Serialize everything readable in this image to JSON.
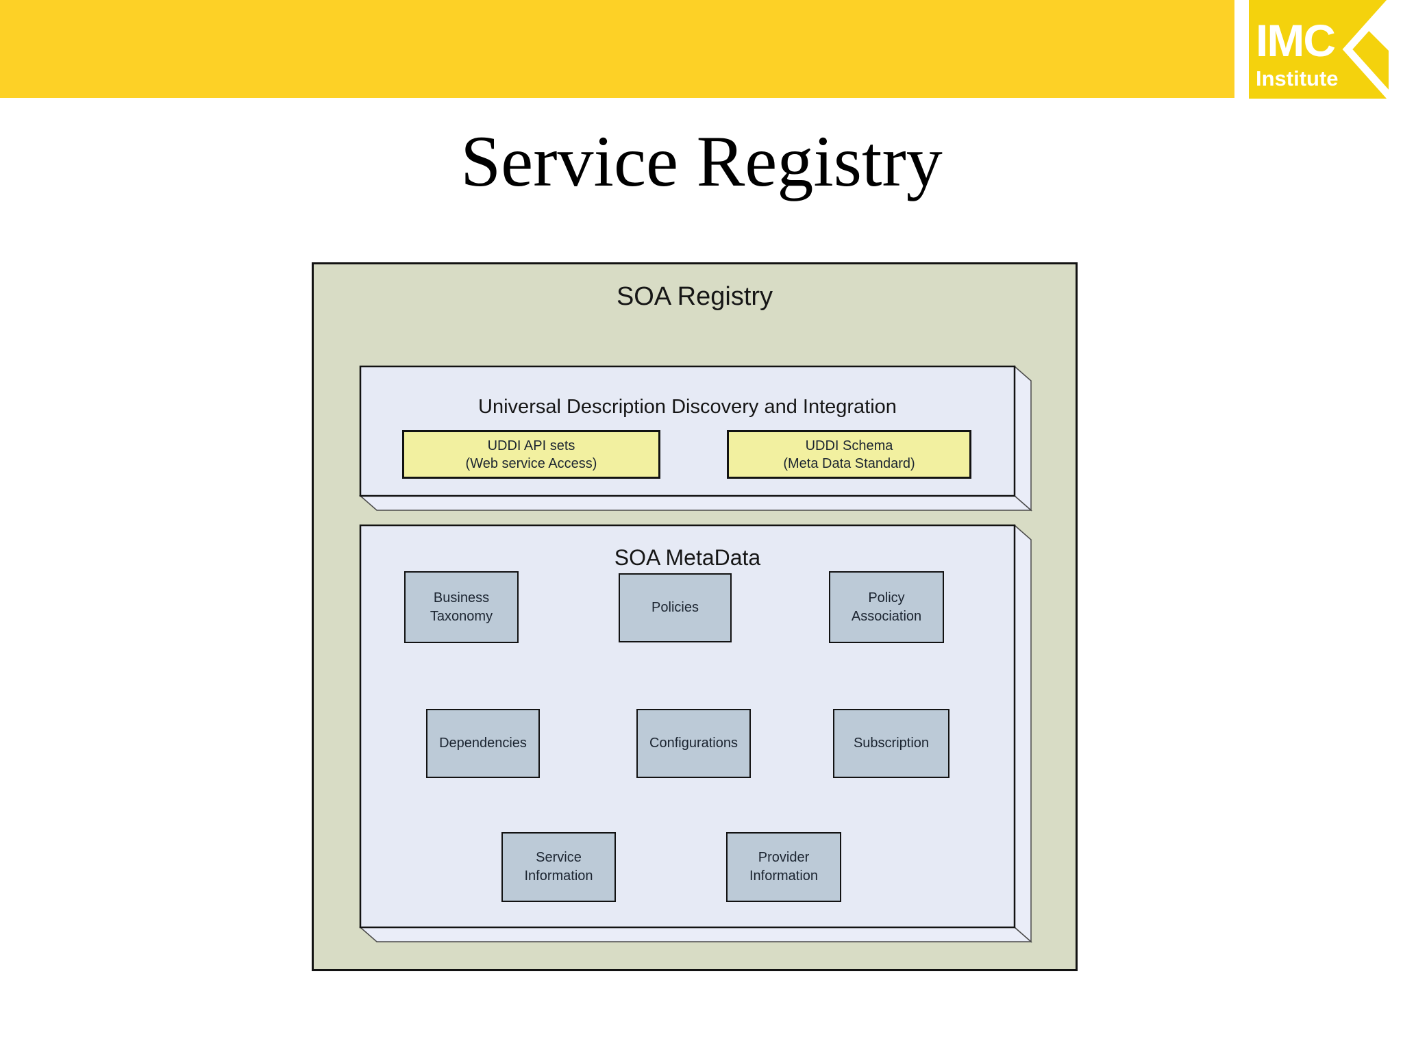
{
  "colors": {
    "bar_yellow": "#FDD126",
    "logo_yellow": "#F4D20D",
    "olive": "#D8DCC5",
    "slab_front": "#E6EAF5",
    "slab_side": "#EAEDF8",
    "box_yellow": "#F2F0A0",
    "box_blue": "#BCCAD7",
    "border_dark": "#121212",
    "text_dark": "#1B2430"
  },
  "header": {
    "logo": {
      "acronym": "IMC",
      "subtitle": "Institute"
    }
  },
  "slide": {
    "title": "Service Registry"
  },
  "diagram": {
    "registry": {
      "title": "SOA Registry",
      "uddi": {
        "title": "Universal Description Discovery and Integration",
        "boxes": [
          {
            "lines": [
              "UDDI API sets",
              "(Web service Access)"
            ]
          },
          {
            "lines": [
              "UDDI Schema",
              "(Meta Data Standard)"
            ]
          }
        ]
      },
      "metadata": {
        "title": "SOA MetaData",
        "boxes": [
          {
            "lines": [
              "Business",
              "Taxonomy"
            ]
          },
          {
            "lines": [
              "Policies"
            ]
          },
          {
            "lines": [
              "Policy",
              "Association"
            ]
          },
          {
            "lines": [
              "Dependencies"
            ]
          },
          {
            "lines": [
              "Configurations"
            ]
          },
          {
            "lines": [
              "Subscription"
            ]
          },
          {
            "lines": [
              "Service",
              "Information"
            ]
          },
          {
            "lines": [
              "Provider",
              "Information"
            ]
          }
        ]
      }
    }
  }
}
